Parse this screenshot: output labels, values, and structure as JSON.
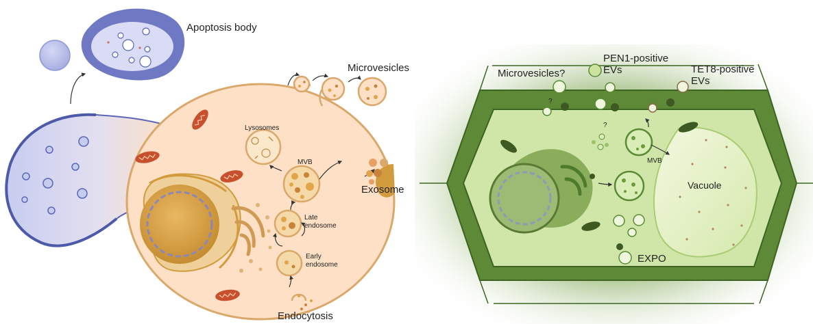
{
  "animal_cell": {
    "labels": {
      "apoptosis_body": "Apoptosis body",
      "microvesicles": "Microvesicles",
      "lysosomes": "Lysosomes",
      "mvb": "MVB",
      "exosome": "Exosome",
      "late_endosome": "Late\nendosome",
      "early_endosome": "Early\nendosome",
      "endocytosis": "Endocytosis"
    }
  },
  "plant_cell": {
    "labels": {
      "microvesicles_q": "Microvesicles?",
      "pen1": "PEN1-positive\nEVs",
      "tet8": "TET8-positive\nEVs",
      "mvb": "MVB",
      "vacuole": "Vacuole",
      "expo": "EXPO",
      "question_mark": "?"
    }
  },
  "colors": {
    "cell_fill": "#fde0c5",
    "cell_border": "#d9a86a",
    "apoptotic_blue": "#6f78c2",
    "nucleus": "#d29c3e",
    "mitochondria": "#c8502f",
    "plant_wall": "#4f7d2f",
    "plant_cytoplasm": "#cfe6a8",
    "vacuole": "#e6f2c8"
  }
}
